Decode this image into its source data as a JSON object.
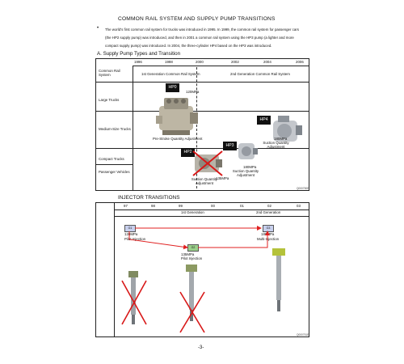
{
  "section1": {
    "title": "COMMON RAIL SYSTEM AND SUPPLY PUMP TRANSITIONS",
    "bullet": "•",
    "paragraph": "The world's first common rail system for trucks was introduced in 1995. In 1999, the common rail system for passenger cars (the HP2 supply pump) was introduced, and then in 2001 a common rail system using the HP3 pump (a lighter and more compact supply pump) was introduced. In 2004, the three-cylinder HP4 based on the HP3 was introduced.",
    "subsection": "A.   Supply Pump Types and Transition"
  },
  "pump_chart": {
    "years": [
      "1996",
      "1998",
      "2000",
      "2002",
      "2004",
      "2006"
    ],
    "row_header": "Common Rail System",
    "gen1": "1st Generation Common Rail System",
    "gen2": "2nd Generation Common Rail System",
    "rows": [
      "Large Trucks",
      "Medium-Size Trucks",
      "Compact Trucks",
      "Passenger Vehicles"
    ],
    "pumps": {
      "hp0": {
        "name": "HP0",
        "pressure": "120MPa",
        "note": "Pre-Stroke Quantity Adjustment"
      },
      "hp2": {
        "name": "HP2",
        "pressure": "135MPa",
        "note": "Suction Quantity Adjustment"
      },
      "hp3": {
        "name": "HP3",
        "pressure": "180MPa",
        "note": "Suction Quantity Adjustment"
      },
      "hp4": {
        "name": "HP4",
        "pressure": "180MPa",
        "note": "Suction Quantity Adjustment"
      }
    },
    "code": "Q000750E"
  },
  "section2": {
    "title": "INJECTOR TRANSITIONS",
    "years": [
      "97",
      "98",
      "99",
      "00",
      "01",
      "02",
      "03"
    ],
    "gen1": "1st Generation",
    "gen2": "2nd Generation",
    "injectors": {
      "g1": {
        "tag": "G1",
        "pressure": "120MPa",
        "mode": "Pilot Injection"
      },
      "g2": {
        "tag": "G2",
        "pressure": "135MPa",
        "mode": "Pilot Injection"
      },
      "g3": {
        "tag": "G3",
        "pressure": "180MPa",
        "mode": "Multi-Injection"
      }
    },
    "code": "Q000751E"
  },
  "page_number": "-3-",
  "colors": {
    "arrow": "#e02020",
    "cross": "#d81818",
    "box_blue": "#c8d0ee",
    "box_green": "#9ad08a"
  }
}
